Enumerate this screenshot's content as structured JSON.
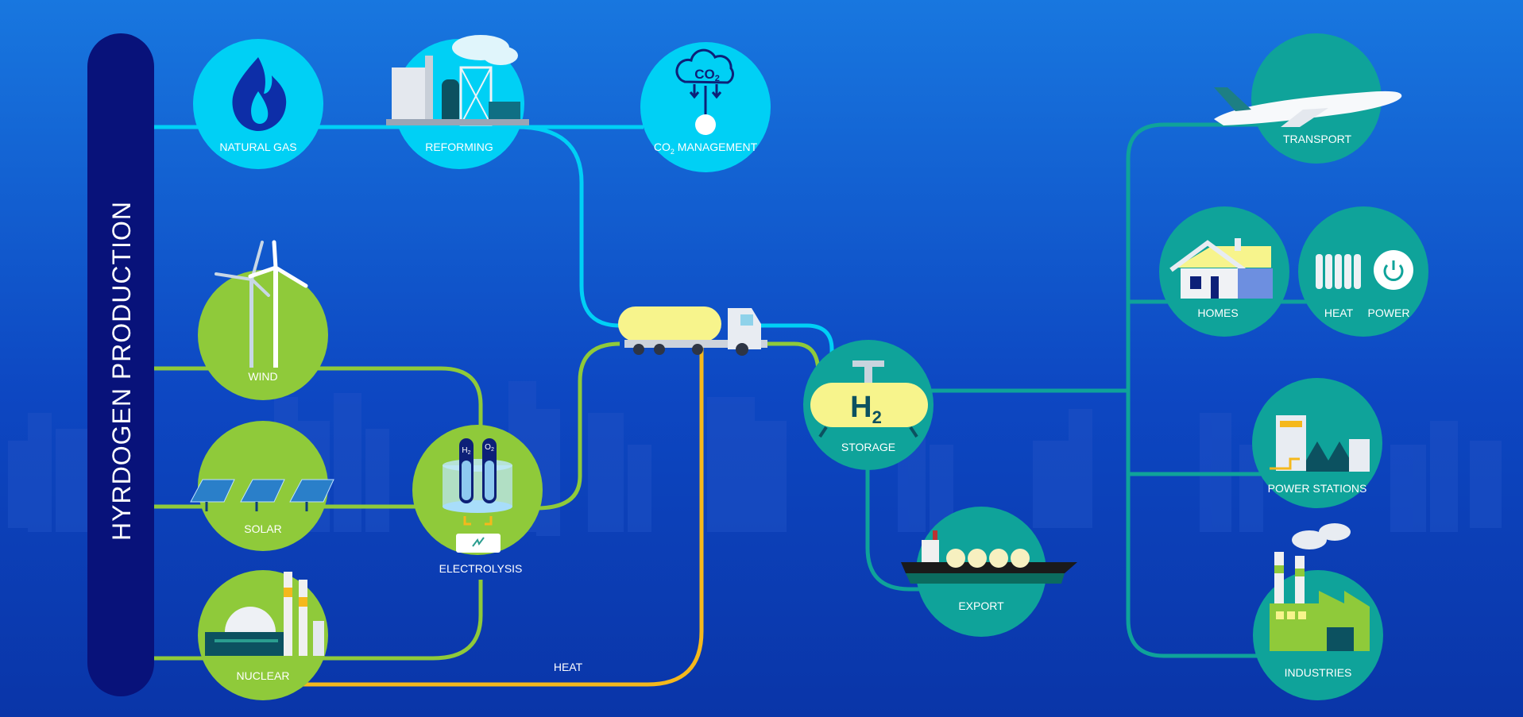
{
  "title": "HYRDOGEN PRODUCTION",
  "nodes": {
    "natural_gas": "NATURAL GAS",
    "reforming": "REFORMING",
    "co2_badge": "CO",
    "co2_badge_sub": "2",
    "co2_management_prefix": "CO",
    "co2_management_sub": "2",
    "co2_management_suffix": " MANAGEMENT",
    "wind": "WIND",
    "solar": "SOLAR",
    "nuclear": "NUCLEAR",
    "electrolysis": "ELECTROLYSIS",
    "h2_tube": "H",
    "h2_tube_sub": "2",
    "o2_tube": "O",
    "o2_tube_sub": "2",
    "storage": "STORAGE",
    "storage_h": "H",
    "storage_sub": "2",
    "export": "EXPORT",
    "transport": "TRANSPORT",
    "homes": "HOMES",
    "heat": "HEAT",
    "power": "POWER",
    "power_stations": "POWER STATIONS",
    "industries": "INDUSTRIES"
  },
  "flow_labels": {
    "heat": "HEAT"
  },
  "colors": {
    "fossil": "#00d0f5",
    "renewable": "#8fca3a",
    "end_use": "#0fa39a",
    "heat_line": "#f5b81c",
    "title_bar": "#08127a",
    "h2_yellow": "#f7f48c"
  },
  "icons": [
    "flame-icon",
    "reforming-plant-icon",
    "co2-cloud-icon",
    "wind-turbine-icon",
    "solar-panel-icon",
    "nuclear-plant-icon",
    "electrolyser-icon",
    "tanker-truck-icon",
    "h2-tank-icon",
    "ship-icon",
    "airplane-icon",
    "house-icon",
    "radiator-icon",
    "power-button-icon",
    "power-station-icon",
    "factory-icon"
  ]
}
